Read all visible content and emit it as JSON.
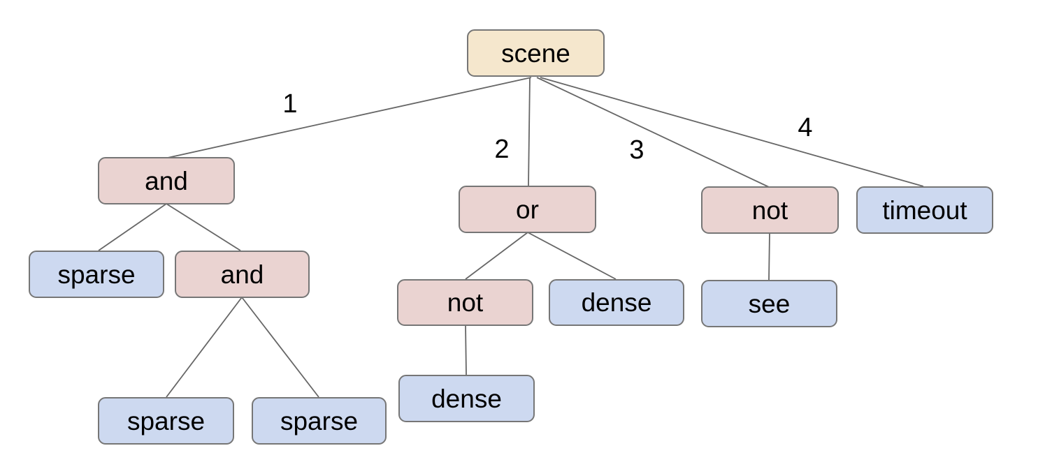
{
  "diagram": {
    "background": "#ffffff",
    "colors": {
      "root_fill": "#f5e7cd",
      "operator_fill": "#ead3d1",
      "leaf_fill": "#cdd9f0",
      "node_border": "#767676",
      "edge_line": "#666666",
      "text": "#000000"
    },
    "nodes": [
      {
        "id": "scene",
        "label": "scene",
        "kind": "root"
      },
      {
        "id": "and-1",
        "label": "and",
        "kind": "operator"
      },
      {
        "id": "or-1",
        "label": "or",
        "kind": "operator"
      },
      {
        "id": "not-1",
        "label": "not",
        "kind": "operator"
      },
      {
        "id": "timeout-1",
        "label": "timeout",
        "kind": "leaf"
      },
      {
        "id": "sparse-1",
        "label": "sparse",
        "kind": "leaf"
      },
      {
        "id": "and-2",
        "label": "and",
        "kind": "operator"
      },
      {
        "id": "not-2",
        "label": "not",
        "kind": "operator"
      },
      {
        "id": "dense-1",
        "label": "dense",
        "kind": "leaf"
      },
      {
        "id": "see-1",
        "label": "see",
        "kind": "leaf"
      },
      {
        "id": "sparse-2",
        "label": "sparse",
        "kind": "leaf"
      },
      {
        "id": "sparse-3",
        "label": "sparse",
        "kind": "leaf"
      },
      {
        "id": "dense-2",
        "label": "dense",
        "kind": "leaf"
      }
    ],
    "edge_labels": [
      "1",
      "2",
      "3",
      "4"
    ],
    "structure": {
      "root": "scene",
      "branches": [
        {
          "edge_label": "1",
          "node": "and",
          "children": [
            "sparse",
            {
              "node": "and",
              "children": [
                "sparse",
                "sparse"
              ]
            }
          ]
        },
        {
          "edge_label": "2",
          "node": "or",
          "children": [
            {
              "node": "not",
              "children": [
                "dense"
              ]
            },
            "dense"
          ]
        },
        {
          "edge_label": "3",
          "node": "not",
          "children": [
            "see"
          ]
        },
        {
          "edge_label": "4",
          "node": "timeout"
        }
      ]
    }
  }
}
